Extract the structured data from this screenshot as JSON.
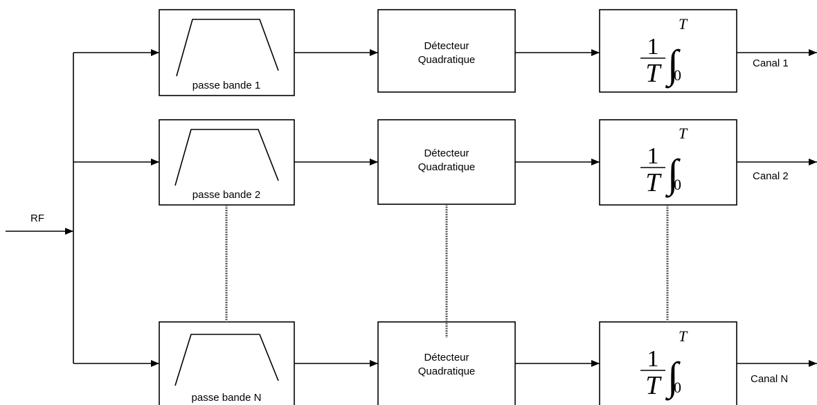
{
  "input": {
    "label": "RF"
  },
  "channels": [
    {
      "filter_label": "passe bande 1",
      "detector_lines": [
        "Détecteur",
        "Quadratique"
      ],
      "integrator": {
        "one": "1",
        "T": "T",
        "upper": "T",
        "lower": "0"
      },
      "output_label": "Canal 1"
    },
    {
      "filter_label": "passe bande 2",
      "detector_lines": [
        "Détecteur",
        "Quadratique"
      ],
      "integrator": {
        "one": "1",
        "T": "T",
        "upper": "T",
        "lower": "0"
      },
      "output_label": "Canal 2"
    },
    {
      "filter_label": "passe bande N",
      "detector_lines": [
        "Détecteur",
        "Quadratique"
      ],
      "integrator": {
        "one": "1",
        "T": "T",
        "upper": "T",
        "lower": "0"
      },
      "output_label": "Canal N"
    }
  ],
  "integral_sign": "∫",
  "colors": {
    "line": "#000000",
    "dotted": "#555555",
    "background": "#ffffff"
  }
}
